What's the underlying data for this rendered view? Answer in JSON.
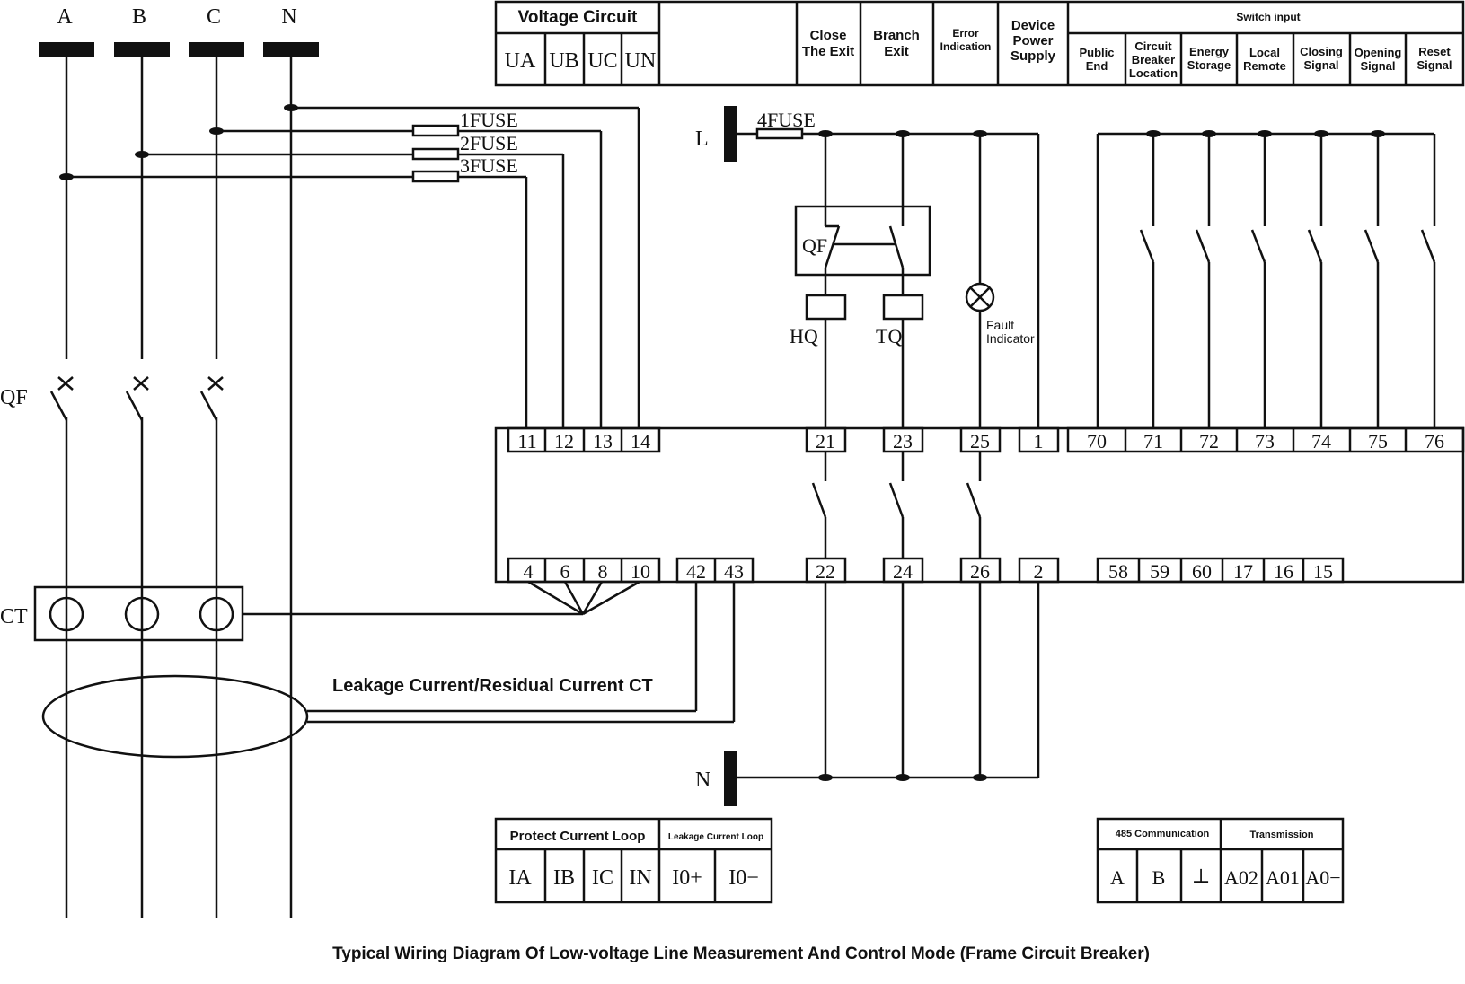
{
  "phases": {
    "a": "A",
    "b": "B",
    "c": "C",
    "n": "N"
  },
  "labels": {
    "qf_left": "QF",
    "ct": "CT",
    "fuse1": "1FUSE",
    "fuse2": "2FUSE",
    "fuse3": "3FUSE",
    "fuse4": "4FUSE",
    "l": "L",
    "n_bottom": "N",
    "qf_box": "QF",
    "hq": "HQ",
    "tq": "TQ",
    "fault_indicator_1": "Fault",
    "fault_indicator_2": "Indicator",
    "leakage_ct": "Leakage Current/Residual Current CT",
    "caption": "Typical Wiring Diagram Of Low-voltage Line Measurement And Control Mode (Frame Circuit Breaker)"
  },
  "header": {
    "voltage_circuit": "Voltage Circuit",
    "voltage_cells": [
      "UA",
      "UB",
      "UC",
      "UN"
    ],
    "close_exit": [
      "Close",
      "The Exit"
    ],
    "branch_exit": [
      "Branch",
      "Exit"
    ],
    "error_indication": [
      "Error",
      "Indication"
    ],
    "device_power": [
      "Device",
      "Power",
      "Supply"
    ],
    "switch_input": "Switch input",
    "switch_cells": [
      [
        "Public",
        "End"
      ],
      [
        "Circuit",
        "Breaker",
        "Location"
      ],
      [
        "Energy",
        "Storage"
      ],
      [
        "Local",
        "Remote"
      ],
      [
        "Closing",
        "Signal"
      ],
      [
        "Opening",
        "Signal"
      ],
      [
        "Reset",
        "Signal"
      ]
    ]
  },
  "terminals_top": [
    "11",
    "12",
    "13",
    "14",
    "21",
    "23",
    "25",
    "1",
    "70",
    "71",
    "72",
    "73",
    "74",
    "75",
    "76"
  ],
  "terminals_bottom": [
    "4",
    "6",
    "8",
    "10",
    "42",
    "43",
    "22",
    "24",
    "26",
    "2",
    "58",
    "59",
    "60",
    "17",
    "16",
    "15"
  ],
  "bottom_left_table": {
    "title": "Protect Current Loop",
    "title2": "Leakage Current Loop",
    "cells": [
      "IA",
      "IB",
      "IC",
      "IN",
      "I0+",
      "I0−"
    ]
  },
  "bottom_right_table": {
    "title": "485 Communication",
    "title2": "Transmission",
    "cells": [
      "A",
      "B",
      "⊥",
      "A02",
      "A01",
      "A0−"
    ]
  }
}
